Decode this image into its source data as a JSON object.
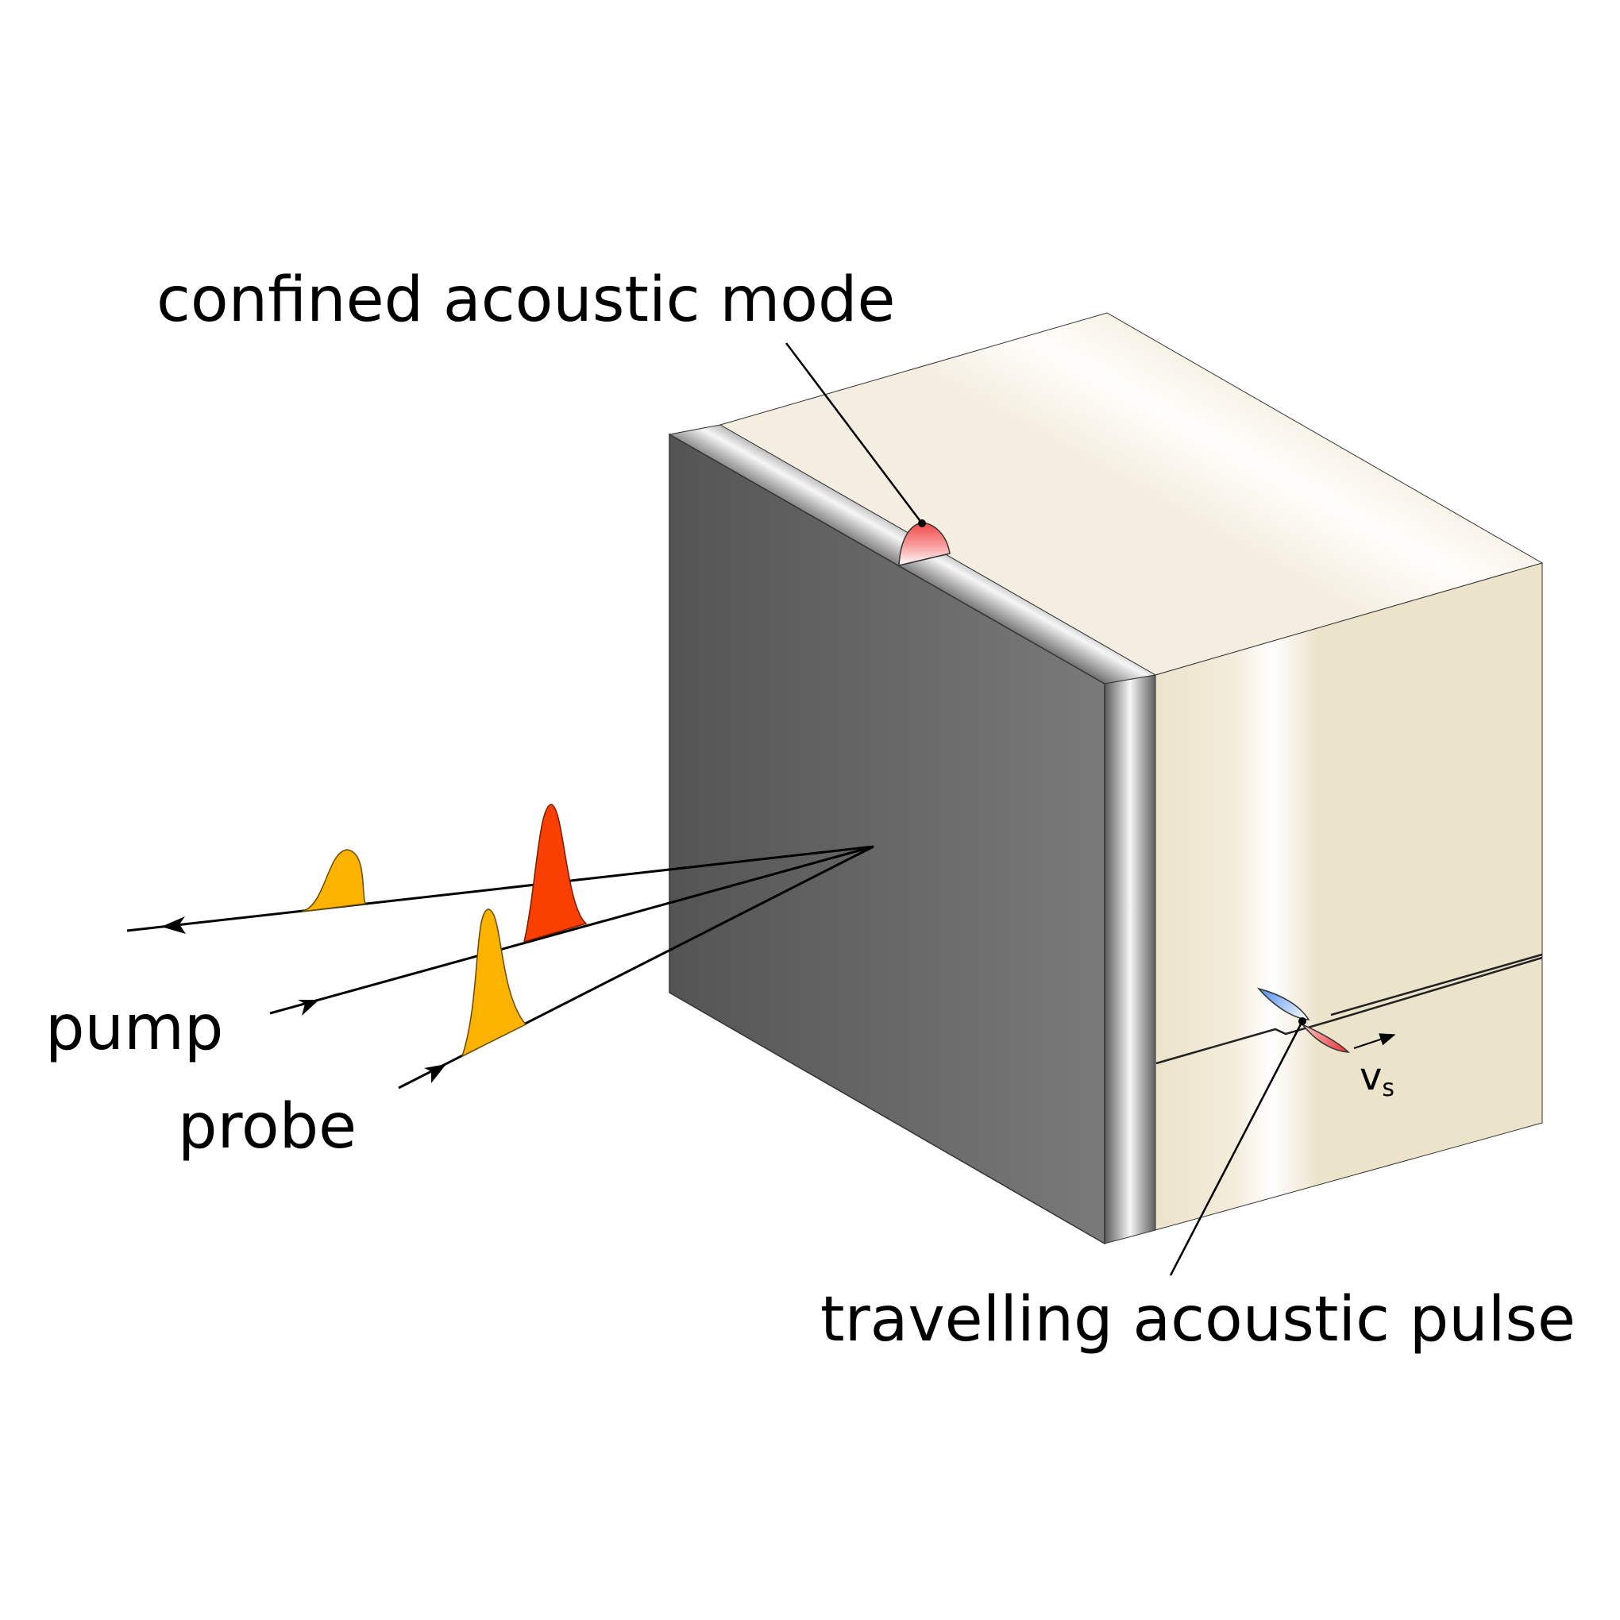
{
  "labels": {
    "confined_mode": "confined acoustic mode",
    "pump": "pump",
    "probe": "probe",
    "travelling_pulse": "travelling acoustic pulse",
    "velocity_symbol": "v",
    "velocity_subscript": "s"
  },
  "colors": {
    "transducer_dark": "#545454",
    "transducer_light": "#7a7a7a",
    "substrate_top": "#f5efe0",
    "substrate_side": "#ece3cb",
    "probe_pulse": "#fbb300",
    "pump_pulse": "#f94000",
    "mode_red": "#f04848",
    "pulse_blue": "#4f8ef0",
    "pulse_red": "#e83838"
  }
}
